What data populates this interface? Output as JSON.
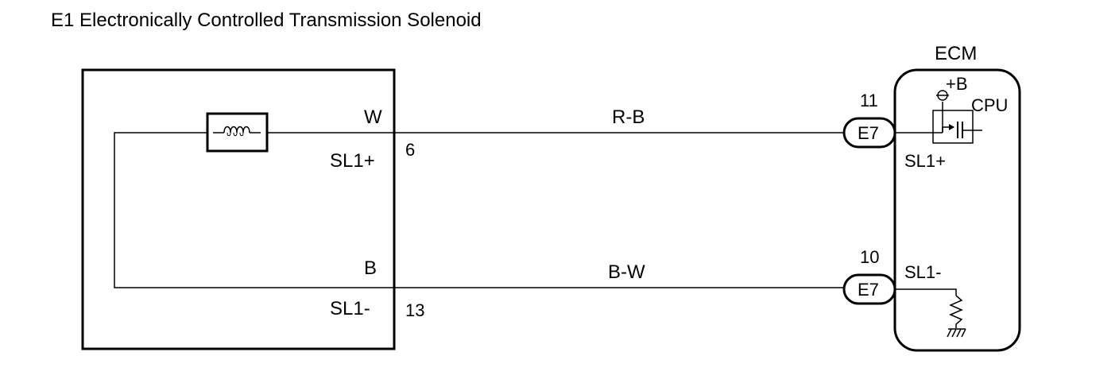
{
  "title": "E1 Electronically Controlled Transmission Solenoid",
  "solenoid": {
    "pins": [
      {
        "color_code": "W",
        "terminal_name": "SL1+",
        "pin_number": "6"
      },
      {
        "color_code": "B",
        "terminal_name": "SL1-",
        "pin_number": "13"
      }
    ]
  },
  "wires": [
    {
      "color_code": "R-B",
      "from": "SL1+",
      "to": "SL1+"
    },
    {
      "color_code": "B-W",
      "from": "SL1-",
      "to": "SL1-"
    }
  ],
  "ecm": {
    "label": "ECM",
    "connectors": [
      {
        "label": "E7",
        "pin": "11",
        "terminal": "SL1+"
      },
      {
        "label": "E7",
        "pin": "10",
        "terminal": "SL1-"
      }
    ],
    "power_label": "+B",
    "cpu_label": "CPU"
  }
}
